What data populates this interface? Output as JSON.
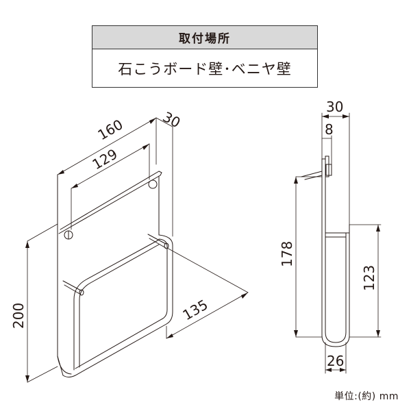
{
  "install_table": {
    "header": "取付場所",
    "value": "石こうボード壁･ベニヤ壁"
  },
  "perspective_dims": {
    "width_total": "160",
    "rod_span": "129",
    "depth": "30",
    "height": "200",
    "front_depth": "135"
  },
  "side_dims": {
    "depth": "30",
    "hook": "8",
    "height": "178",
    "front_height": "123",
    "bottom_width": "26"
  },
  "unit": "単位:(約) mm"
}
